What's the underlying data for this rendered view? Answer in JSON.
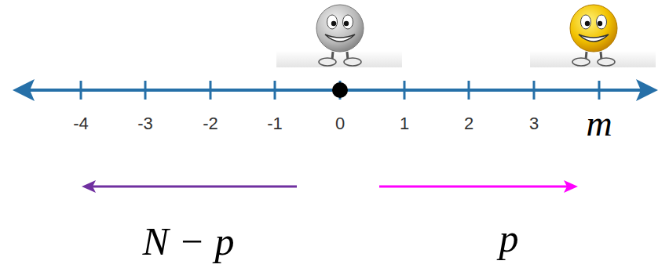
{
  "diagram": {
    "labels": [
      "-4",
      "-3",
      "-2",
      "-1",
      "0",
      "1",
      "2",
      "3",
      "m",
      "N − p",
      "p"
    ]
  }
}
